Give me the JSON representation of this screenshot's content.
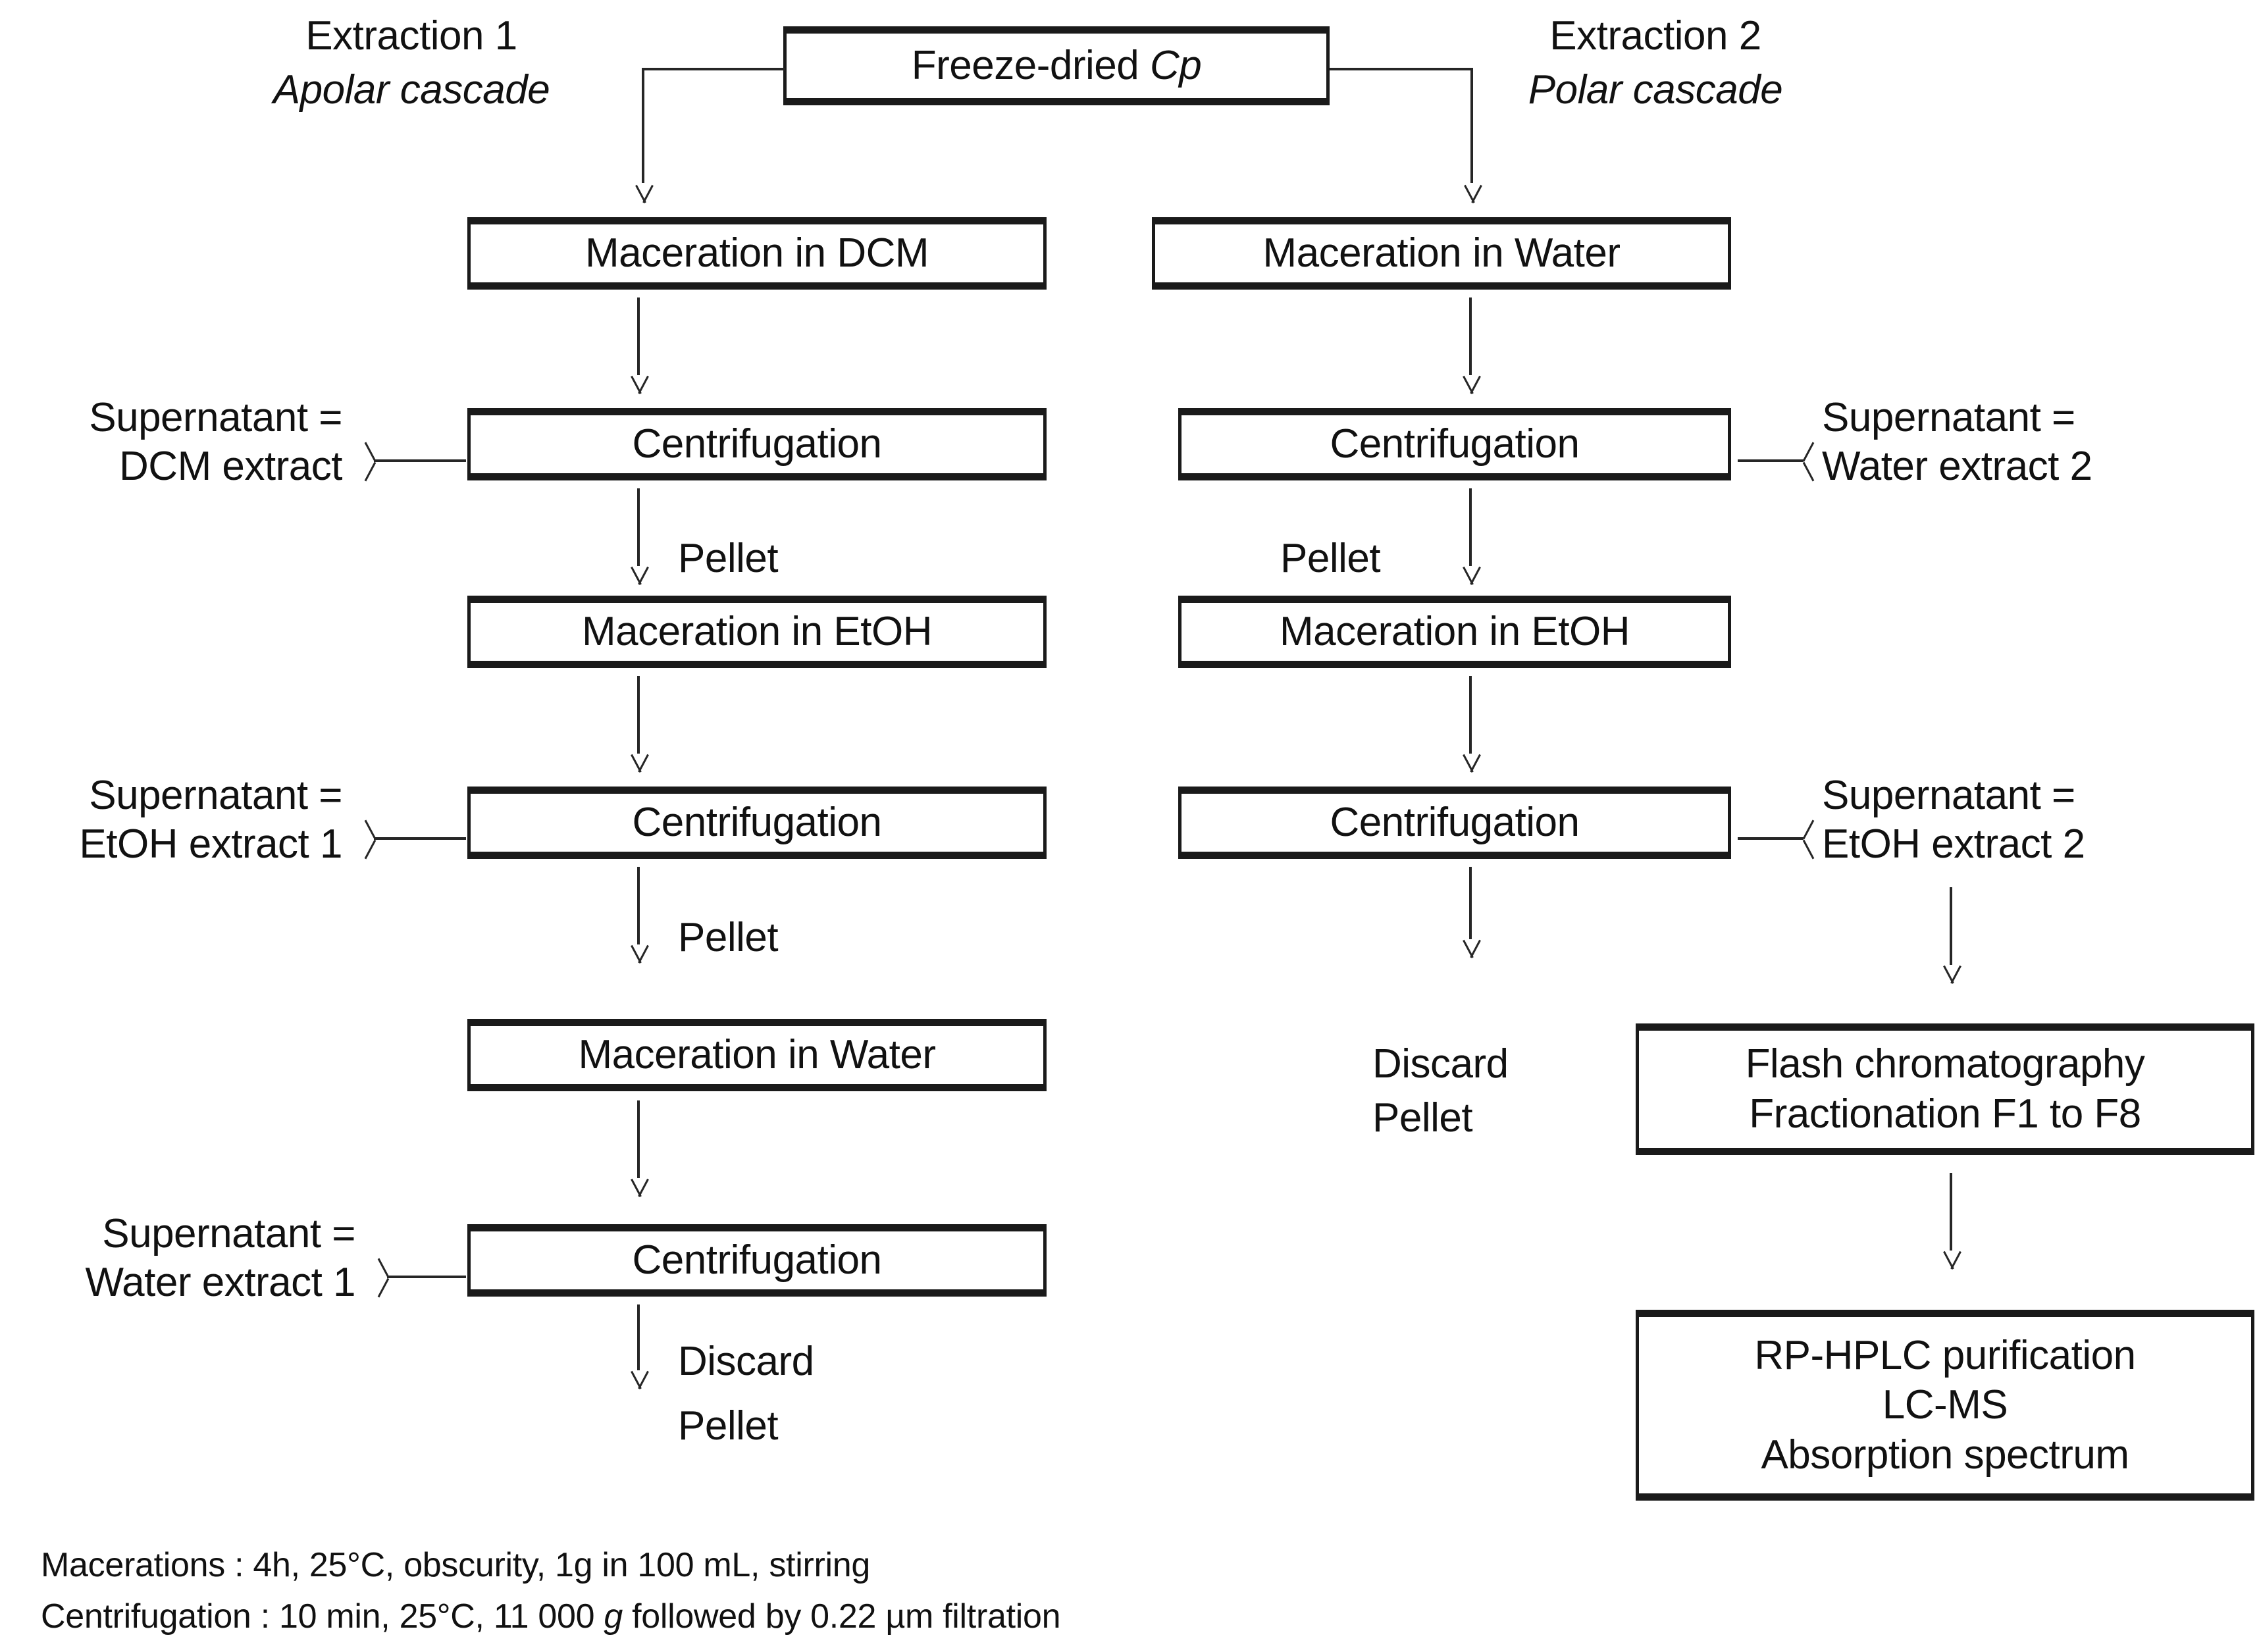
{
  "branches": {
    "left": {
      "title": "Extraction 1",
      "subtitle": "Apolar cascade"
    },
    "right": {
      "title": "Extraction 2",
      "subtitle": "Polar cascade"
    }
  },
  "start_box": {
    "line1_prefix": "Freeze-dried ",
    "line1_italic": "Cp"
  },
  "left_column": {
    "step1": "Maceration in DCM",
    "step2": "Centrifugation",
    "step3": "Maceration in EtOH",
    "step4": "Centrifugation",
    "step5": "Maceration in Water",
    "step6": "Centrifugation"
  },
  "right_column": {
    "step1": "Maceration in Water",
    "step2": "Centrifugation",
    "step3": "Maceration in EtOH",
    "step4": "Centrifugation",
    "flash_line1": "Flash chromatography",
    "flash_line2": "Fractionation F1 to F8",
    "final_line1": "RP-HPLC purification",
    "final_line2": "LC-MS",
    "final_line3": "Absorption spectrum"
  },
  "outputs": {
    "dcm": {
      "line1": "Supernatant =",
      "line2": "DCM extract"
    },
    "etoh1": {
      "line1": "Supernatant =",
      "line2": "EtOH extract 1"
    },
    "water1": {
      "line1": "Supernatant =",
      "line2": "Water extract 1"
    },
    "water2": {
      "line1": "Supernatant =",
      "line2": "Water extract 2"
    },
    "etoh2": {
      "line1": "Supernatant =",
      "line2": "EtOH extract 2"
    }
  },
  "edge_labels": {
    "pellet": "Pellet",
    "discard": "Discard",
    "discard_line1": "Discard",
    "discard_line2": "Pellet"
  },
  "footnotes": {
    "line1": "Macerations : 4h, 25°C, obscurity, 1g in 100 mL, stirring",
    "line2_a": "Centrifugation : 10 min, 25°C, 11 000 ",
    "line2_g": "g",
    "line2_b": " followed by 0.22 µm filtration"
  },
  "colors": {
    "ink": "#111111",
    "box_border": "#1a1a1a",
    "connector": "#262626",
    "background": "#ffffff"
  }
}
